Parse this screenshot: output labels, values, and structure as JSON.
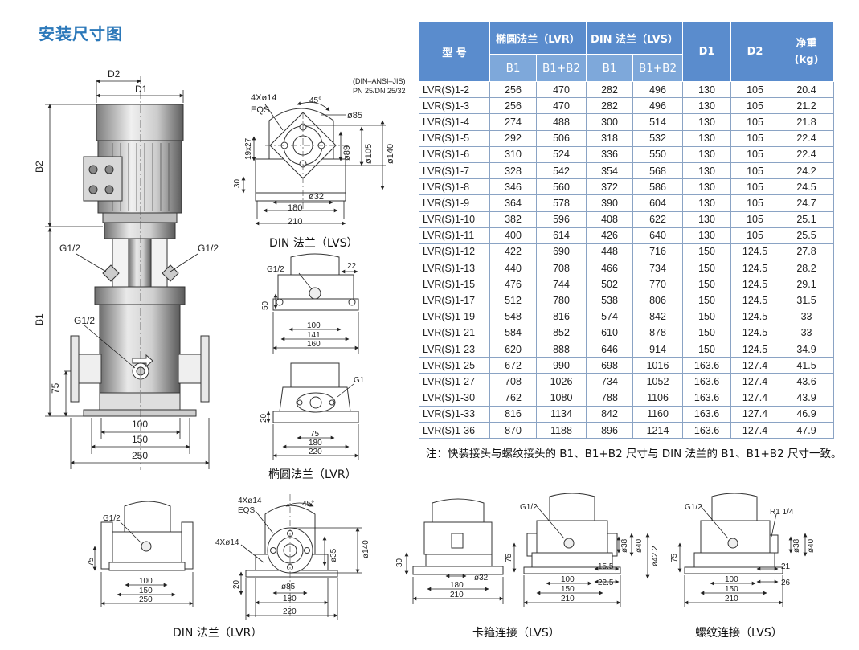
{
  "page_title": "安装尺寸图",
  "table": {
    "headers": {
      "model": "型 号",
      "lvr_group": "椭圆法兰（LVR）",
      "din_group": "DIN 法兰（LVS）",
      "d1": "D1",
      "d2": "D2",
      "weight": "净重\n(kg)",
      "b1": "B1",
      "b1b2": "B1+B2"
    },
    "rows": [
      [
        "LVR(S)1-2",
        "256",
        "470",
        "282",
        "496",
        "130",
        "105",
        "20.4"
      ],
      [
        "LVR(S)1-3",
        "256",
        "470",
        "282",
        "496",
        "130",
        "105",
        "21.2"
      ],
      [
        "LVR(S)1-4",
        "274",
        "488",
        "300",
        "514",
        "130",
        "105",
        "21.8"
      ],
      [
        "LVR(S)1-5",
        "292",
        "506",
        "318",
        "532",
        "130",
        "105",
        "22.4"
      ],
      [
        "LVR(S)1-6",
        "310",
        "524",
        "336",
        "550",
        "130",
        "105",
        "22.4"
      ],
      [
        "LVR(S)1-7",
        "328",
        "542",
        "354",
        "568",
        "130",
        "105",
        "24.2"
      ],
      [
        "LVR(S)1-8",
        "346",
        "560",
        "372",
        "586",
        "130",
        "105",
        "24.5"
      ],
      [
        "LVR(S)1-9",
        "364",
        "578",
        "390",
        "604",
        "130",
        "105",
        "24.7"
      ],
      [
        "LVR(S)1-10",
        "382",
        "596",
        "408",
        "622",
        "130",
        "105",
        "25.1"
      ],
      [
        "LVR(S)1-11",
        "400",
        "614",
        "426",
        "640",
        "130",
        "105",
        "25.5"
      ],
      [
        "LVR(S)1-12",
        "422",
        "690",
        "448",
        "716",
        "150",
        "124.5",
        "27.8"
      ],
      [
        "LVR(S)1-13",
        "440",
        "708",
        "466",
        "734",
        "150",
        "124.5",
        "28.2"
      ],
      [
        "LVR(S)1-15",
        "476",
        "744",
        "502",
        "770",
        "150",
        "124.5",
        "29.1"
      ],
      [
        "LVR(S)1-17",
        "512",
        "780",
        "538",
        "806",
        "150",
        "124.5",
        "31.5"
      ],
      [
        "LVR(S)1-19",
        "548",
        "816",
        "574",
        "842",
        "150",
        "124.5",
        "33"
      ],
      [
        "LVR(S)1-21",
        "584",
        "852",
        "610",
        "878",
        "150",
        "124.5",
        "33"
      ],
      [
        "LVR(S)1-23",
        "620",
        "888",
        "646",
        "914",
        "150",
        "124.5",
        "34.9"
      ],
      [
        "LVR(S)1-25",
        "672",
        "990",
        "698",
        "1016",
        "163.6",
        "127.4",
        "41.5"
      ],
      [
        "LVR(S)1-27",
        "708",
        "1026",
        "734",
        "1052",
        "163.6",
        "127.4",
        "43.6"
      ],
      [
        "LVR(S)1-30",
        "762",
        "1080",
        "788",
        "1106",
        "163.6",
        "127.4",
        "43.9"
      ],
      [
        "LVR(S)1-33",
        "816",
        "1134",
        "842",
        "1160",
        "163.6",
        "127.4",
        "46.9"
      ],
      [
        "LVR(S)1-36",
        "870",
        "1188",
        "896",
        "1214",
        "163.6",
        "127.4",
        "47.9"
      ]
    ]
  },
  "note": "注：快装接头与螺纹接头的 B1、B1+B2 尺寸与 DIN 法兰的 B1、B1+B2 尺寸一致。",
  "captions": {
    "din_lvs": "DIN  法兰（LVS）",
    "oval_lvr": "椭圆法兰（LVR）",
    "din_lvr": "DIN 法兰（LVR）",
    "clamp_lvs": "卡箍连接（LVS）",
    "thread_lvs": "螺纹连接（LVS）"
  },
  "dims": {
    "pump": {
      "d2": "D2",
      "d1": "D1",
      "b2": "B2",
      "b1": "B1",
      "g12_left": "G1/2",
      "g12_right": "G1/2",
      "g12_mid": "G1/2",
      "h75": "75",
      "w100": "100",
      "w150": "150",
      "w250": "250"
    },
    "din_lvs": {
      "std": "(DIN–ANSI–JIS)",
      "pn": "PN 25/DN 25/32",
      "holes": "4Xø14",
      "eqs": "EQS",
      "angle": "45°",
      "d85": "ø85",
      "d89": "ø89",
      "d105": "ø105",
      "d140": "ø140",
      "s19": "19x27",
      "h30": "30",
      "d32": "ø32",
      "w180": "180",
      "w210": "210"
    },
    "oval_lvr": {
      "g12": "G1/2",
      "w22": "22",
      "h50": "50",
      "w100": "100",
      "w141": "141",
      "w160": "160",
      "g1": "G1",
      "h20": "20",
      "w75": "75",
      "w180": "180",
      "w220": "220"
    },
    "din_lvr": {
      "g12": "G1/2",
      "h75": "75",
      "w100": "100",
      "w150": "150",
      "w250": "250",
      "holes1": "4Xø14",
      "eqs": "EQS",
      "holes2": "4Xø14",
      "angle": "45°",
      "d140": "ø140",
      "d35": "ø35",
      "d85": "ø85",
      "h20": "20",
      "w180": "180",
      "w220": "220"
    },
    "clamp_lvs": {
      "h30": "30",
      "d32": "ø32",
      "w180": "180",
      "w210": "210",
      "g12": "G1/2",
      "d38": "ø38",
      "d40": "ø40",
      "d422": "ø42.2",
      "h75": "75",
      "w100": "100",
      "w155": "15.5",
      "w225": "22.5",
      "w150": "150",
      "w210b": "210"
    },
    "thread_lvs": {
      "g12": "G1/2",
      "r114": "R1 1/4",
      "d38": "ø38",
      "d40": "ø40",
      "h75": "75",
      "w21": "21",
      "w100": "100",
      "w26": "26",
      "w150": "150",
      "w210": "210"
    }
  }
}
